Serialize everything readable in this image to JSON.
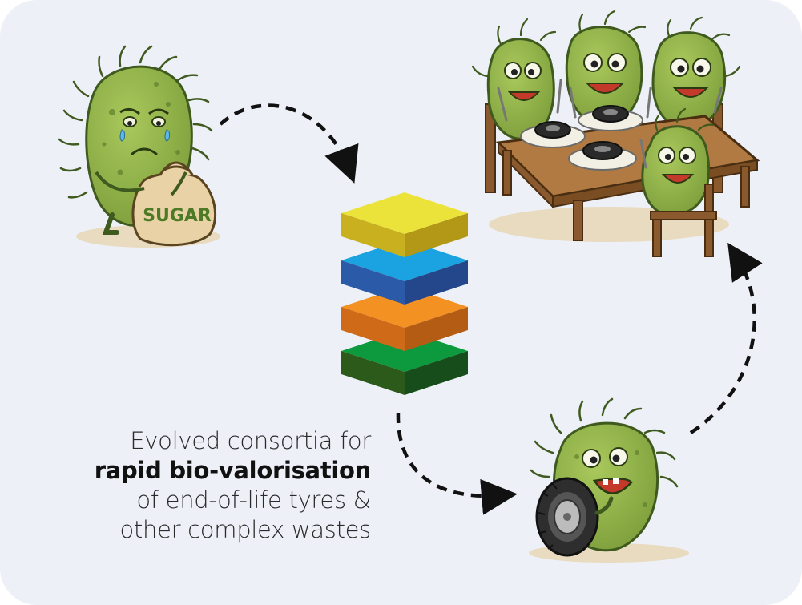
{
  "caption": {
    "line1": "Evolved consortia for",
    "line2": "rapid bio-valorisation",
    "line3": "of end-of-life tyres &",
    "line4": "other complex wastes"
  },
  "sad_microbe": {
    "bag_label": "SUGAR"
  },
  "colors": {
    "background": "#eef0f8",
    "microbe_body": "#8fb24a",
    "microbe_outline": "#3f5a1e",
    "layer_yellow": "#ece33a",
    "layer_blue": "#1aa3e0",
    "layer_orange": "#f39123",
    "layer_green": "#0d9a3e",
    "arrow": "#111111"
  },
  "icons": [
    "sad-microbe-icon",
    "layer-stack-icon",
    "tyre-microbe-icon",
    "feasting-microbes-icon"
  ]
}
